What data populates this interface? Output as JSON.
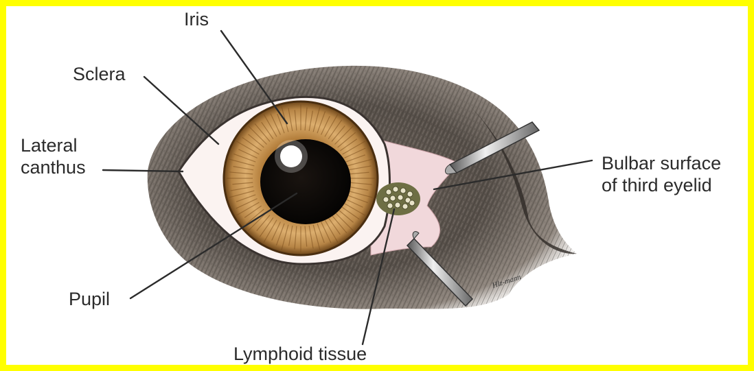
{
  "diagram": {
    "labels": {
      "iris": "Iris",
      "sclera": "Sclera",
      "lateral_canthus": "Lateral\ncanthus",
      "bulbar_surface": "Bulbar surface\nof third eyelid",
      "pupil": "Pupil",
      "lymphoid_tissue": "Lymphoid tissue"
    },
    "signature": "Hlz-mann"
  },
  "colors": {
    "border": "#ffff00",
    "fur_dark": "#3f3a36",
    "fur_light": "#9c928a",
    "iris_outer": "#8a5a22",
    "iris_inner": "#d7a765",
    "conjunctiva": "#f1d8db",
    "leader_line": "#2b2b2b"
  }
}
